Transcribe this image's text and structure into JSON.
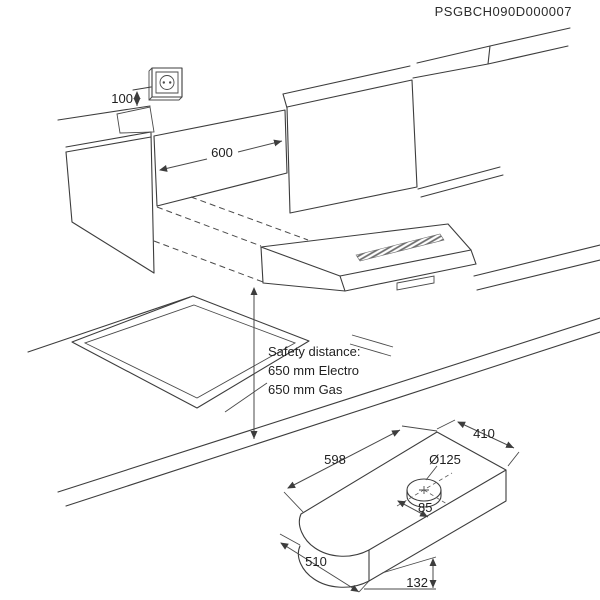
{
  "title": "PSGBCH090D000007",
  "installation_scene": {
    "socket_offset_mm": "100",
    "niche_width_mm": "600",
    "safety_note": {
      "line1": "Safety distance:",
      "line2": "650 mm Electro",
      "line3": "650 mm Gas"
    }
  },
  "product_drawing": {
    "top_width_mm": "598",
    "depth_mm": "410",
    "duct_diameter": "Ø125",
    "duct_offset_mm": "85",
    "body_width_mm": "510",
    "body_height_mm": "132"
  },
  "colors": {
    "line": "#3d3d3d",
    "dimension": "#4a4a4a",
    "text": "#1f1f1f",
    "background": "#ffffff"
  }
}
